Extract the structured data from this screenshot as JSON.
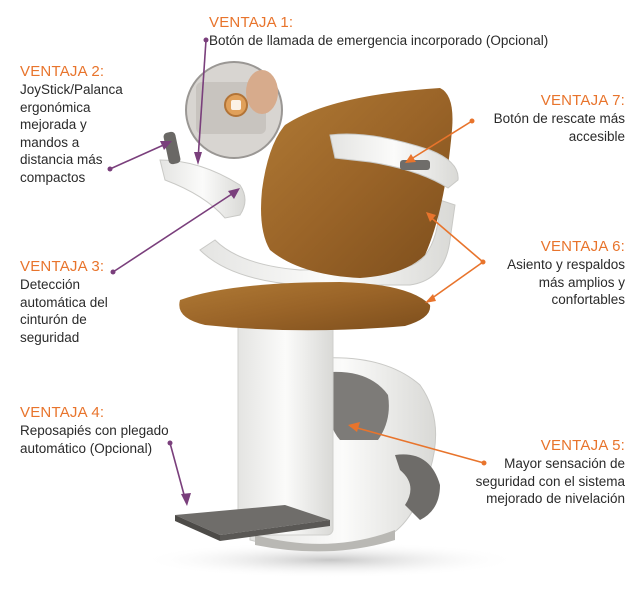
{
  "colors": {
    "accent_orange": "#e8742c",
    "arrow_orange": "#e8742c",
    "arrow_purple": "#7a3f7c",
    "upholstery": "#9a6428",
    "shell_white": "#f2f2f0"
  },
  "callouts": {
    "v1": {
      "title": "VENTAJA 1:",
      "lines": [
        "Botón de llamada de emergencia incorporado (Opcional)"
      ]
    },
    "v2": {
      "title": "VENTAJA 2:",
      "lines": [
        "JoyStick/Palanca",
        "ergonómica",
        "mejorada y",
        "mandos a",
        "distancia más",
        "compactos"
      ]
    },
    "v3": {
      "title": "VENTAJA 3:",
      "lines": [
        "Detección",
        "automática del",
        "cinturón de",
        "seguridad"
      ]
    },
    "v4": {
      "title": "VENTAJA 4:",
      "lines": [
        "Reposapiés con plegado",
        "automático (Opcional)"
      ]
    },
    "v5": {
      "title": "VENTAJA 5:",
      "lines": [
        "Mayor sensación de",
        "seguridad con el sistema",
        "mejorado de nivelación"
      ]
    },
    "v6": {
      "title": "VENTAJA 6:",
      "lines": [
        "Asiento y respaldos",
        "más amplios y",
        "confortables"
      ]
    },
    "v7": {
      "title": "VENTAJA 7:",
      "lines": [
        "Botón de rescate más",
        "accesible"
      ]
    }
  }
}
